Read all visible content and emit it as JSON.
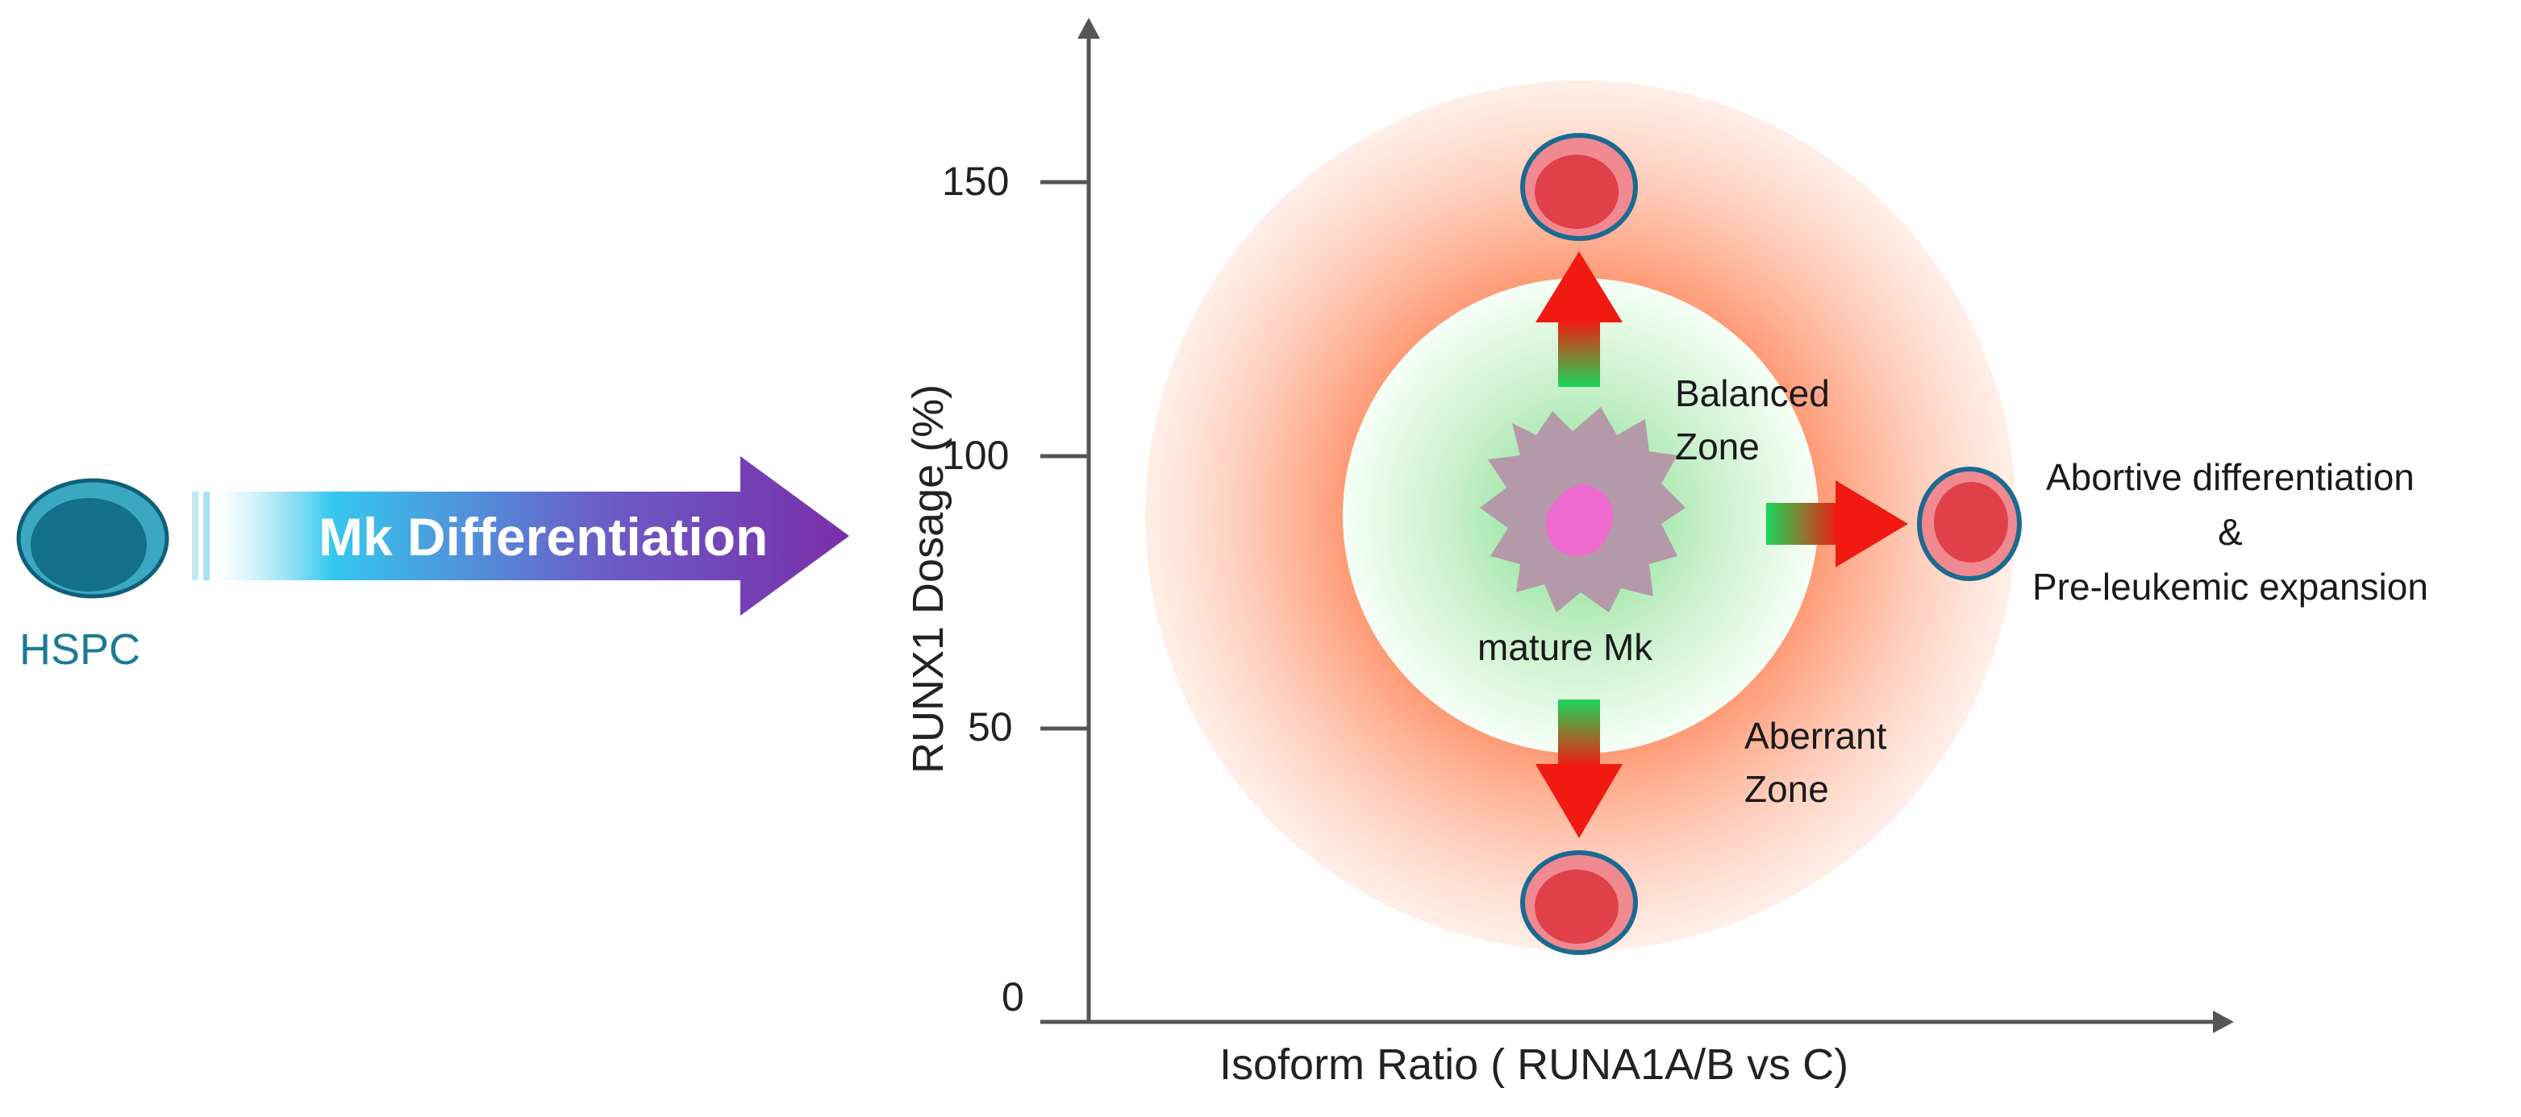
{
  "hspc": {
    "label": "HSPC"
  },
  "differentiation_arrow": {
    "label": "Mk Differentiation"
  },
  "axes": {
    "y_label": "RUNX1 Dosage (%)",
    "x_label": "Isoform Ratio ( RUNA1A/B vs C)",
    "y_ticks": [
      "150",
      "100",
      "50",
      "0"
    ]
  },
  "zones": {
    "balanced": [
      "Balanced",
      "Zone"
    ],
    "aberrant": [
      "Aberrant",
      "Zone"
    ]
  },
  "center": {
    "label": "mature Mk"
  },
  "outcome": {
    "lines": [
      "Abortive differentiation",
      "&",
      "Pre-leukemic expansion"
    ]
  },
  "colors": {
    "hspc_teal": "#1b7a96",
    "arrow_start": "#35c8ee",
    "arrow_end": "#7a2ea8",
    "aberrant_zone": "#ff7a50",
    "balanced_zone": "#7ee08a",
    "mature_mk_body": "#b49aa8",
    "mature_mk_nucleus": "#ee6ccf",
    "aberrant_cell": "#e0404a",
    "aberrant_cell_outline": "#1b6a90",
    "arrow_green": "#19d65a",
    "arrow_red": "#f01a10"
  }
}
